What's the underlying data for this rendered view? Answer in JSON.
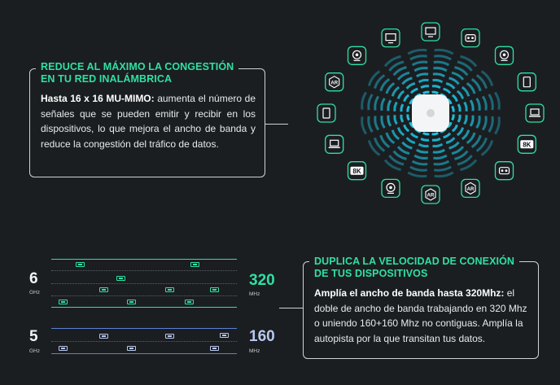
{
  "section1": {
    "title_line1": "REDUCE AL MÁXIMO LA CONGESTIÓN",
    "title_line2": "EN TU RED INALÁMBRICA",
    "lead": "Hasta 16 x 16 MU-MIMO:",
    "body": " aumenta el número de señales que se pueden emitir y recibir en los dispositivos, lo que mejora el ancho de banda y reduce la congestión del tráfico de datos."
  },
  "section2": {
    "title_line1": "DUPLICA LA VELOCIDAD DE CONEXIÓN",
    "title_line2": "DE TUS DISPOSITIVOS",
    "lead": "Amplía el ancho de banda hasta 320Mhz:",
    "body": " el doble de ancho de banda trabajando en 320 Mhz o uniendo 160+160 Mhz no contiguas. Amplía la autopista por la que transitan tus datos."
  },
  "bands": [
    {
      "band": "6",
      "band_unit": "GHz",
      "width": "320",
      "width_unit": "MHz",
      "color": "#2fe0a2"
    },
    {
      "band": "5",
      "band_unit": "GHz",
      "width": "160",
      "width_unit": "MHz",
      "color": "#b8c8ee"
    }
  ],
  "device_icons": [
    "monitor-icon",
    "vr-headset-icon",
    "webcam-icon",
    "tablet-icon",
    "laptop-icon",
    "8k-icon",
    "vr-headset-icon",
    "ar-icon",
    "ar-icon",
    "webcam-icon",
    "8k-icon",
    "laptop-icon",
    "tablet-icon",
    "ar-icon",
    "webcam-icon",
    "monitor-icon"
  ],
  "colors": {
    "accent": "#2fe0a2",
    "beam": "#1ec8e6",
    "background": "#1b1e21",
    "blue": "#5d7fd6"
  }
}
